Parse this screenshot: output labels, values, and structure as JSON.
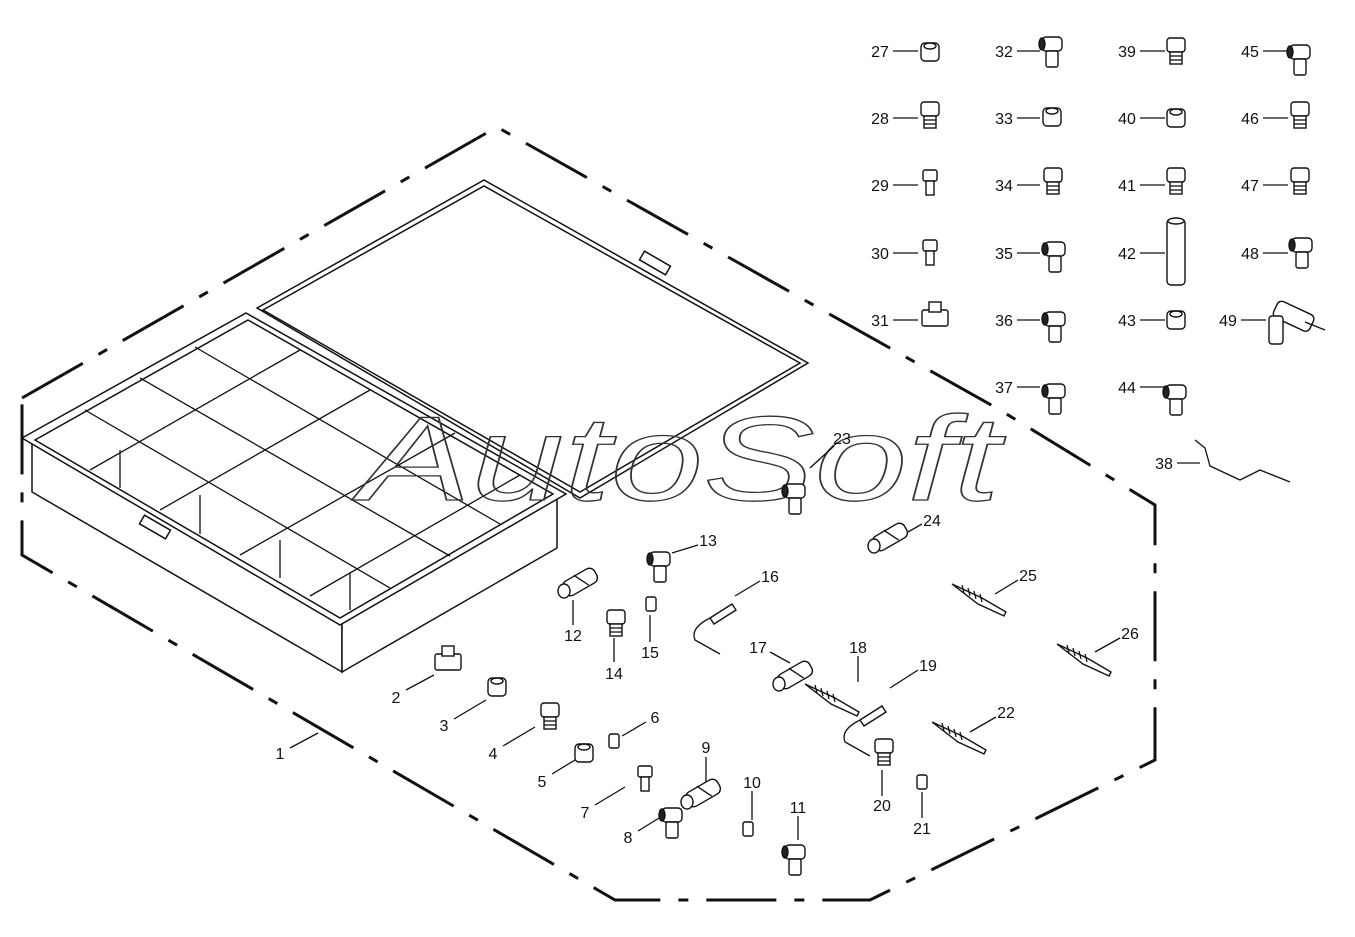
{
  "watermark": "AutoSoft",
  "callouts": [
    {
      "id": "1"
    },
    {
      "id": "2"
    },
    {
      "id": "3"
    },
    {
      "id": "4"
    },
    {
      "id": "5"
    },
    {
      "id": "6"
    },
    {
      "id": "7"
    },
    {
      "id": "8"
    },
    {
      "id": "9"
    },
    {
      "id": "10"
    },
    {
      "id": "11"
    },
    {
      "id": "12"
    },
    {
      "id": "13"
    },
    {
      "id": "14"
    },
    {
      "id": "15"
    },
    {
      "id": "16"
    },
    {
      "id": "17"
    },
    {
      "id": "18"
    },
    {
      "id": "19"
    },
    {
      "id": "20"
    },
    {
      "id": "21"
    },
    {
      "id": "22"
    },
    {
      "id": "23"
    },
    {
      "id": "24"
    },
    {
      "id": "25"
    },
    {
      "id": "26"
    },
    {
      "id": "27"
    },
    {
      "id": "28"
    },
    {
      "id": "29"
    },
    {
      "id": "30"
    },
    {
      "id": "31"
    },
    {
      "id": "32"
    },
    {
      "id": "33"
    },
    {
      "id": "34"
    },
    {
      "id": "35"
    },
    {
      "id": "36"
    },
    {
      "id": "37"
    },
    {
      "id": "38"
    },
    {
      "id": "39"
    },
    {
      "id": "40"
    },
    {
      "id": "41"
    },
    {
      "id": "42"
    },
    {
      "id": "43"
    },
    {
      "id": "44"
    },
    {
      "id": "45"
    },
    {
      "id": "46"
    },
    {
      "id": "47"
    },
    {
      "id": "48"
    },
    {
      "id": "49"
    }
  ]
}
